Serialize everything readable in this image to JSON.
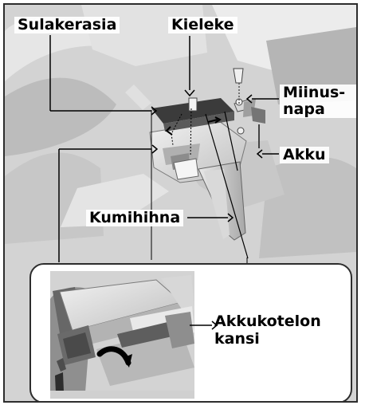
{
  "labels": {
    "fuse_box": "Sulakerasia",
    "tab": "Kieleke",
    "negative_terminal": "Miinus-\nnapa",
    "battery": "Akku",
    "rubber_strap": "Kumihihna",
    "battery_case_cover": "Akkukotelon\nkansi"
  },
  "colors": {
    "line": "#000000",
    "background": "#d7d7d7",
    "panel": "#ffffff"
  }
}
